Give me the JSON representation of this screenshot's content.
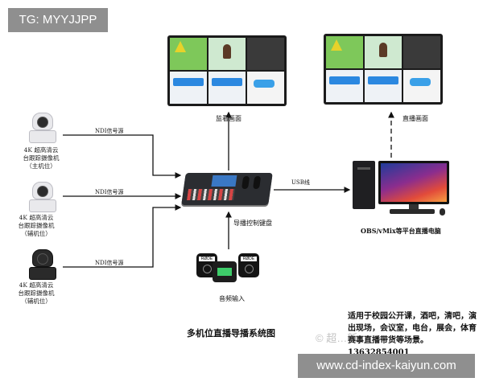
{
  "overlay_tag": "TG: MYYJJPP",
  "overlay_url": "www.cd-index-kaiyun.com",
  "watermark": "© 超…新…",
  "title": "多机位直播导播系统图",
  "cameras": [
    {
      "lines": [
        "4K 超高清云",
        "台跟踪摄像机",
        "（主机位）"
      ]
    },
    {
      "lines": [
        "4K 超高清云",
        "台跟踪摄像机",
        "（辅机位）"
      ]
    },
    {
      "lines": [
        "4K 超高清云",
        "台跟踪摄像机",
        "（辅机位）"
      ]
    }
  ],
  "signal_label": "NDI信号源",
  "monitor_left_label": "监看画面",
  "monitor_right_label": "直播画面",
  "keyboard_label": "导播控制键盘",
  "usb_label": "USB线",
  "pc_label": "OBS/vMix等平台直播电脑",
  "audio_label": "音频输入",
  "mic_badge": "RØDE",
  "description": "适用于校园公开课，酒吧，清吧，演出现场，会议室，电台，展会，体育赛事直播带货等场景。13632854001"
}
